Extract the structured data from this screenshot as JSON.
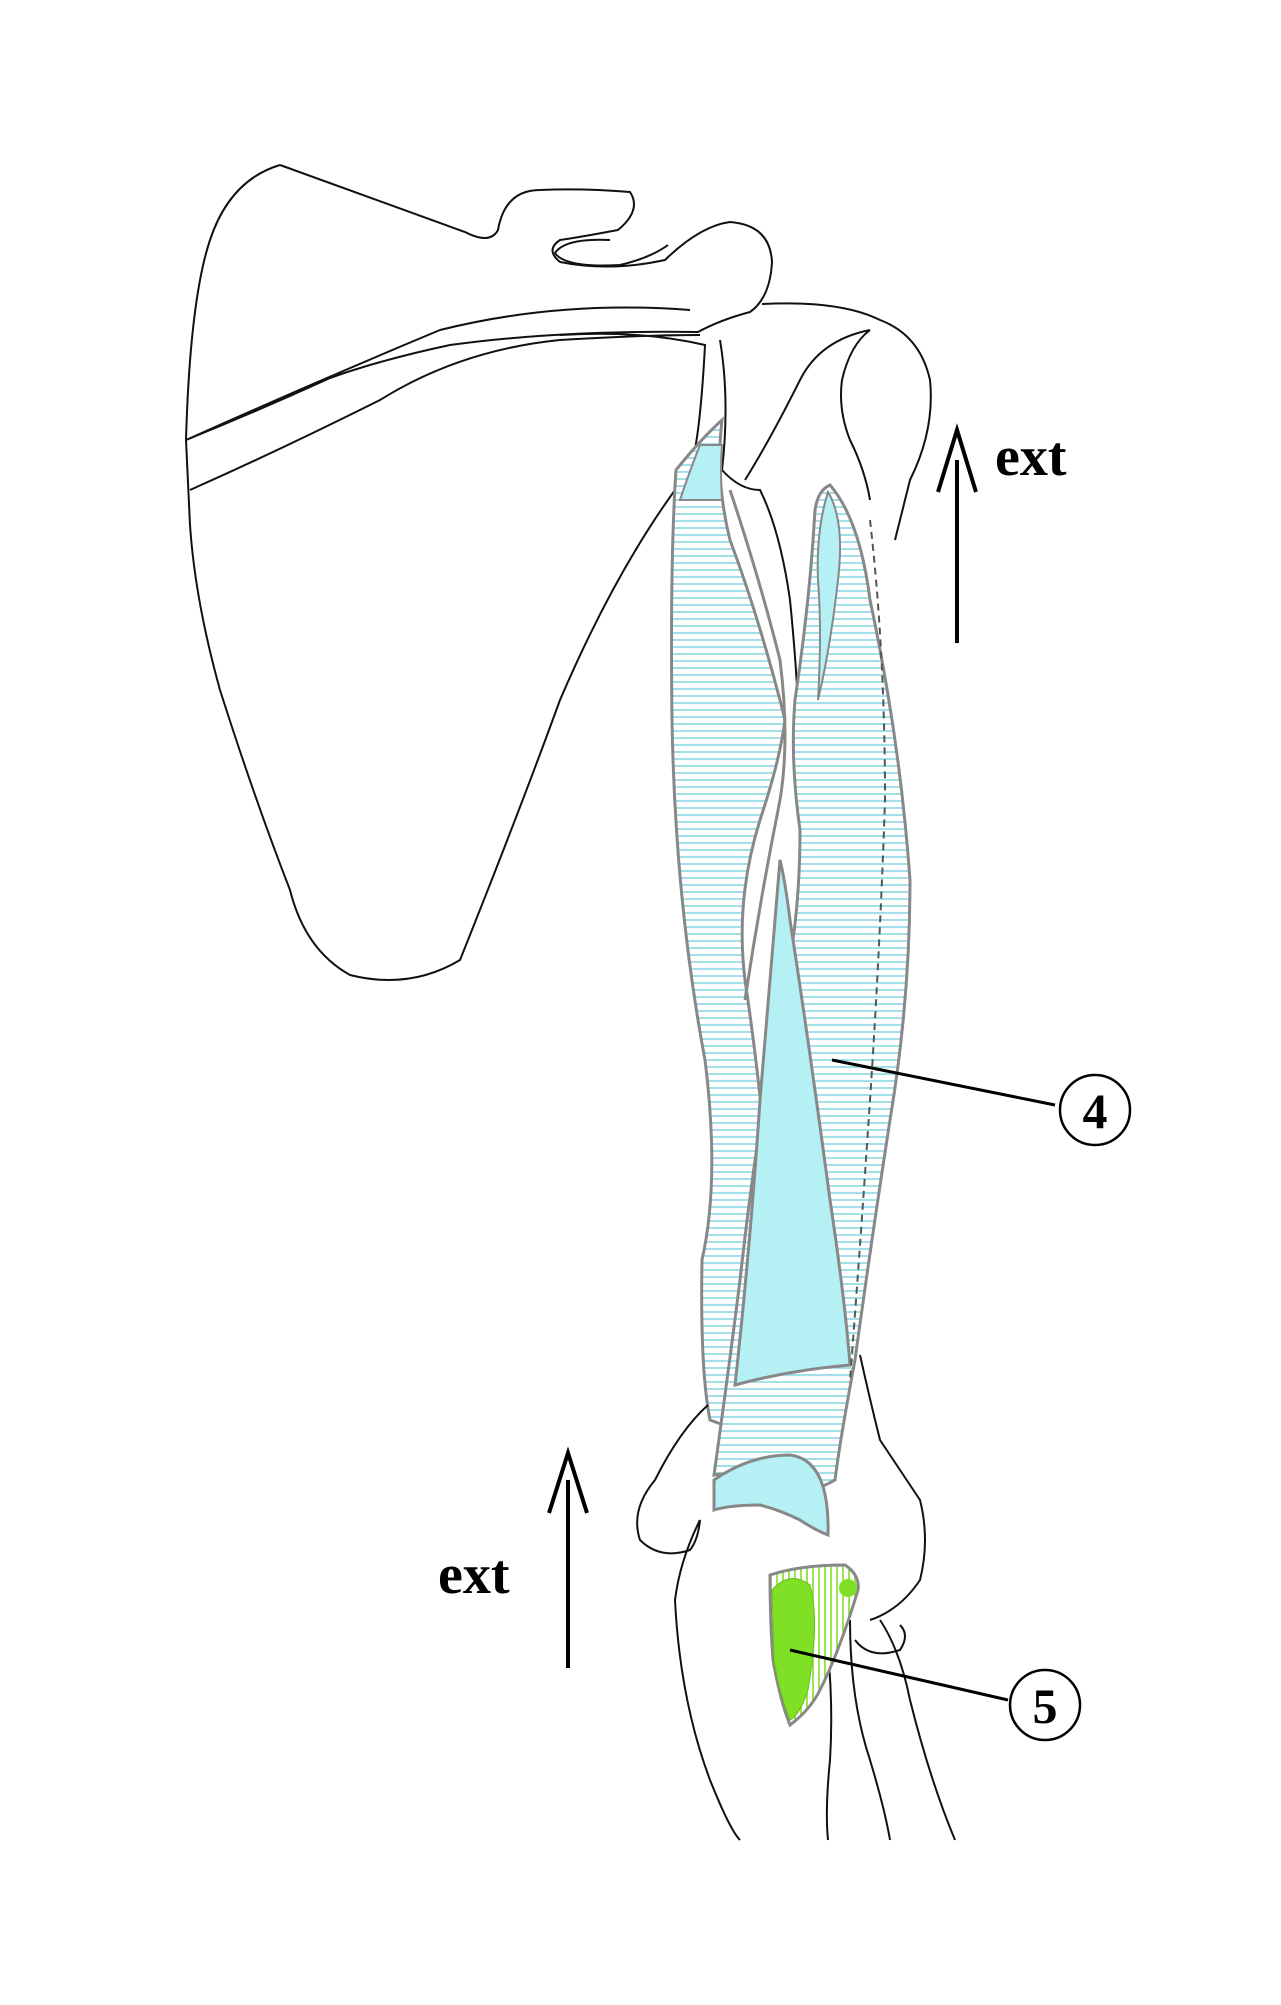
{
  "labels": {
    "ext_upper": "ext",
    "ext_lower": "ext",
    "callout_4": "4",
    "callout_5": "5"
  },
  "colors": {
    "outline": "#111111",
    "muscle_fill": "#b4f0f4",
    "muscle_stroke": "#888888",
    "hatch": "#8ad8e4",
    "green_fill": "#7fe026",
    "arrow": "#000000"
  }
}
